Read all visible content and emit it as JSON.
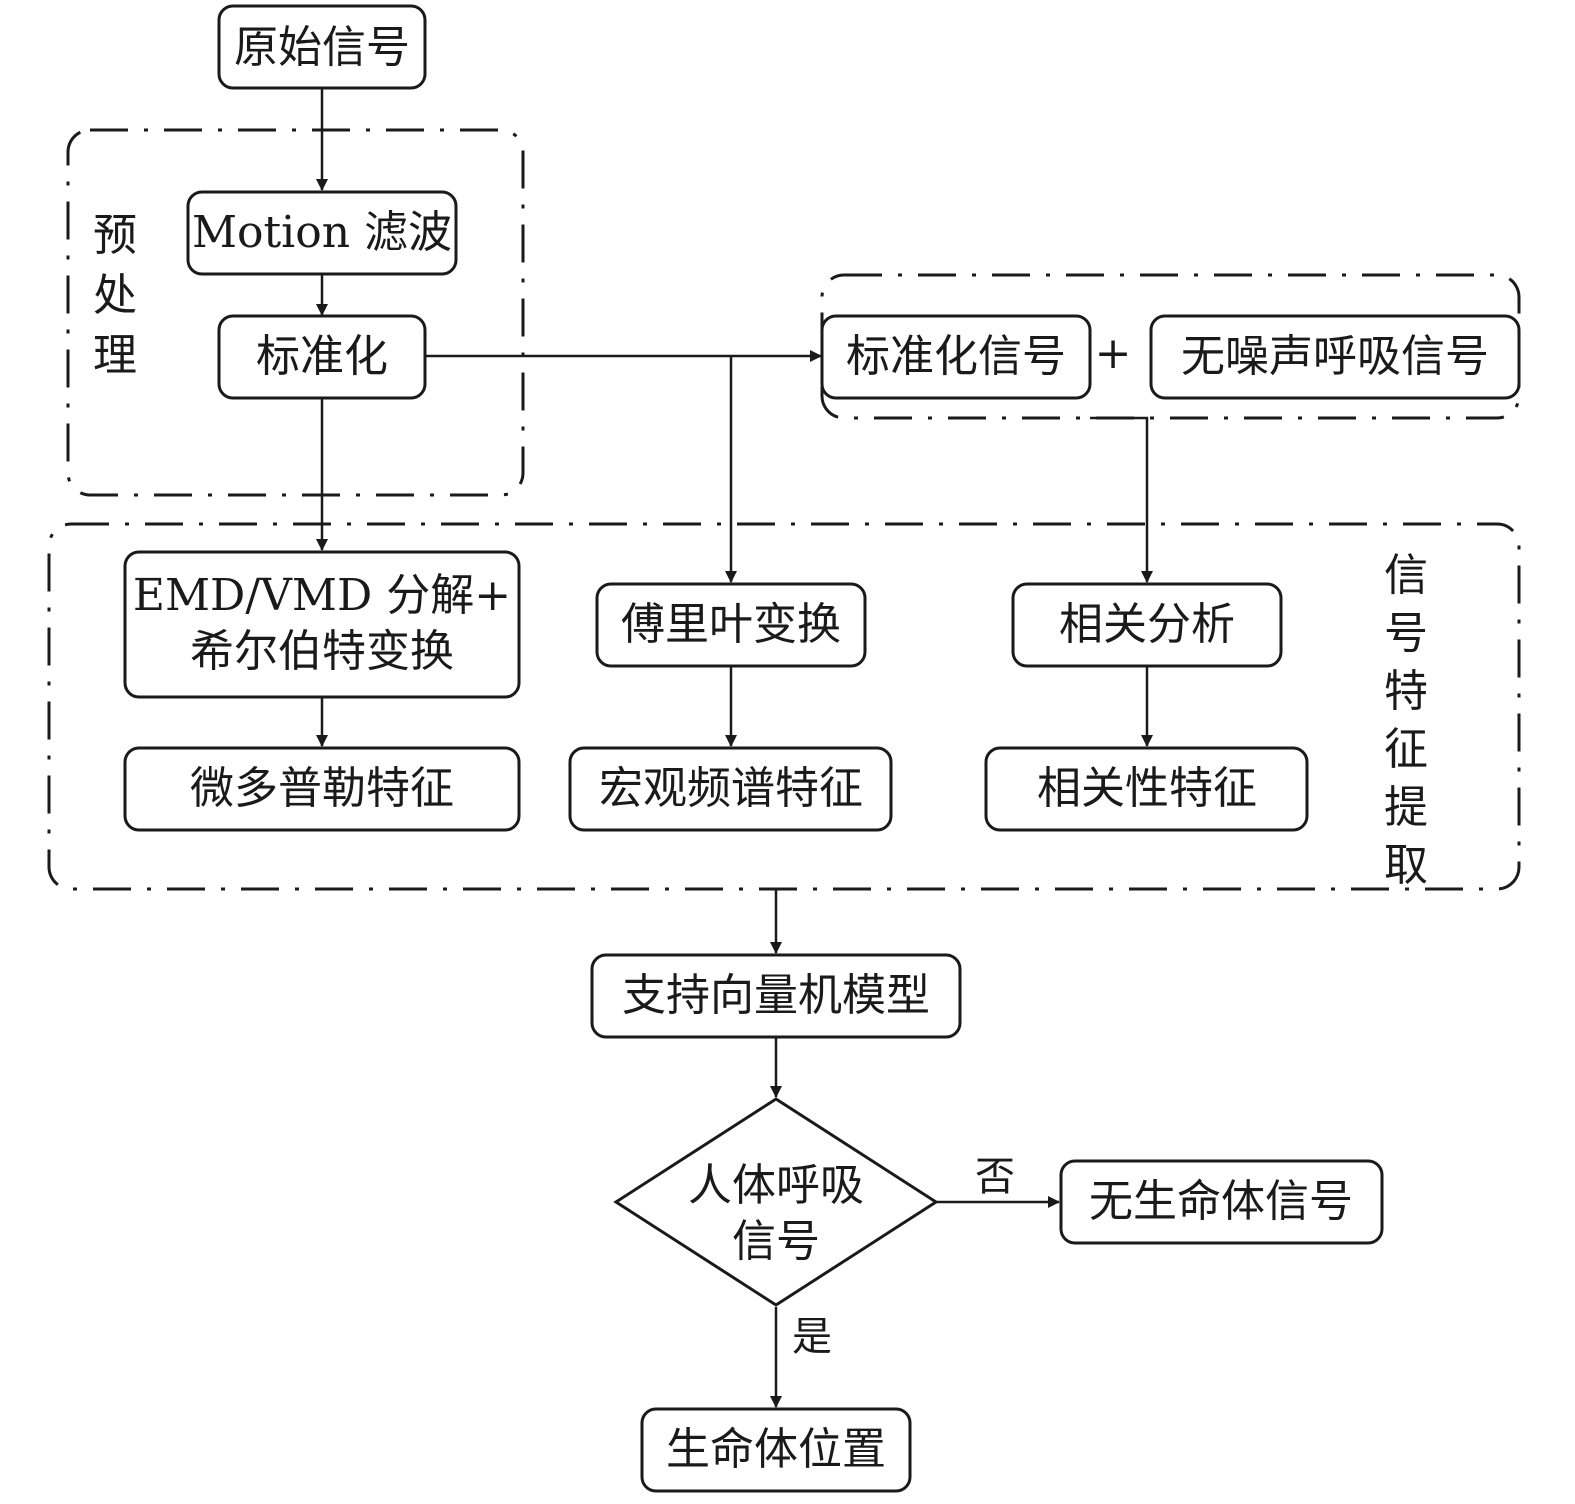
{
  "nodes": {
    "raw_signal": "原始信号",
    "motion_filter": "Motion 滤波",
    "standardize": "标准化",
    "std_signal": "标准化信号",
    "plus": "+",
    "noise_free_breath": "无噪声呼吸信号",
    "emd_vmd_line1": "EMD/VMD 分解+",
    "emd_vmd_line2": "希尔伯特变换",
    "fourier": "傅里叶变换",
    "correlation": "相关分析",
    "micro_doppler": "微多普勒特征",
    "macro_spectrum": "宏观频谱特征",
    "correlation_feature": "相关性特征",
    "svm": "支持向量机模型",
    "decision_line1": "人体呼吸",
    "decision_line2": "信号",
    "no_life": "无生命体信号",
    "life_position": "生命体位置"
  },
  "groups": {
    "preprocess": [
      "预",
      "处",
      "理"
    ],
    "feature_extraction": [
      "信",
      "号",
      "特",
      "征",
      "提",
      "取"
    ]
  },
  "edge_labels": {
    "no": "否",
    "yes": "是"
  }
}
